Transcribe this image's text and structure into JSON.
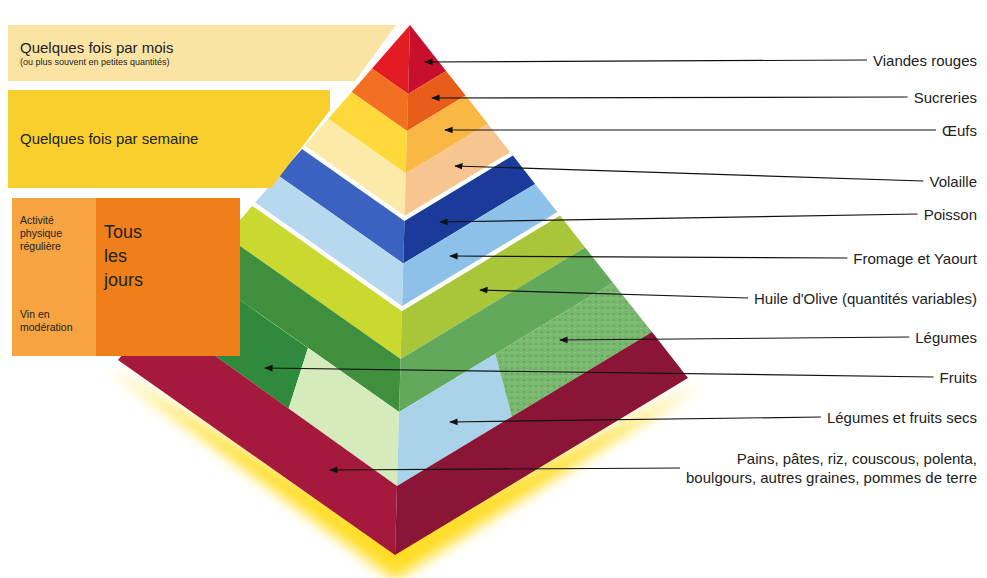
{
  "diagram": {
    "nodes": [
      {
        "text": [
          "Quelques fois par mois",
          "(ou plus souvent en petites quantités)"
        ]
      },
      {
        "text": [
          "Quelques fois par semaine"
        ]
      },
      {
        "text": [
          "Activité physique régulière",
          "Vin en modération",
          "Tous les jours"
        ]
      }
    ],
    "labels": [
      "Viandes rouges",
      "Sucreries",
      "Œufs",
      "Volaille",
      "Poisson",
      "Fromage et Yaourt",
      "Huile d'Olive (quantités variables)",
      "Légumes",
      "Fruits",
      "Légumes et fruits secs",
      "Pains, pâtes, riz, couscous, polenta, boulgours, autres graines, pommes de terre"
    ]
  }
}
